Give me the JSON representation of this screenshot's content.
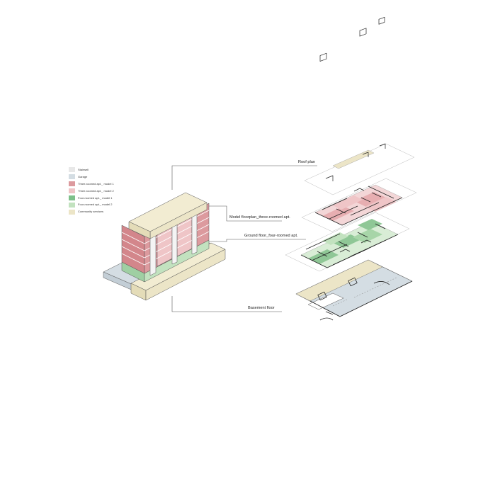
{
  "legend": [
    {
      "label": "Stairwell",
      "color": "#e8e8e8"
    },
    {
      "label": "Garage",
      "color": "#d4dde3"
    },
    {
      "label": "Three-roomed apt._ model 1",
      "color": "#dc9a9e"
    },
    {
      "label": "Three-roomed apt._ model 2",
      "color": "#efc5c7"
    },
    {
      "label": "Four-roomed apt._ model 1",
      "color": "#7ec08a"
    },
    {
      "label": "Four-roomed apt._ model 2",
      "color": "#c2e2bf"
    },
    {
      "label": "Community services",
      "color": "#ece5c7"
    }
  ],
  "callouts": {
    "roof": "Roof plan",
    "model_floor": "Model floorplan_three-roomed apt.",
    "ground_floor": "Ground floor_four-roomed apt.",
    "basement": "Basement floor"
  },
  "colors": {
    "line": "#555555",
    "plan_outline": "#bbbbbb",
    "wall": "#222222"
  }
}
